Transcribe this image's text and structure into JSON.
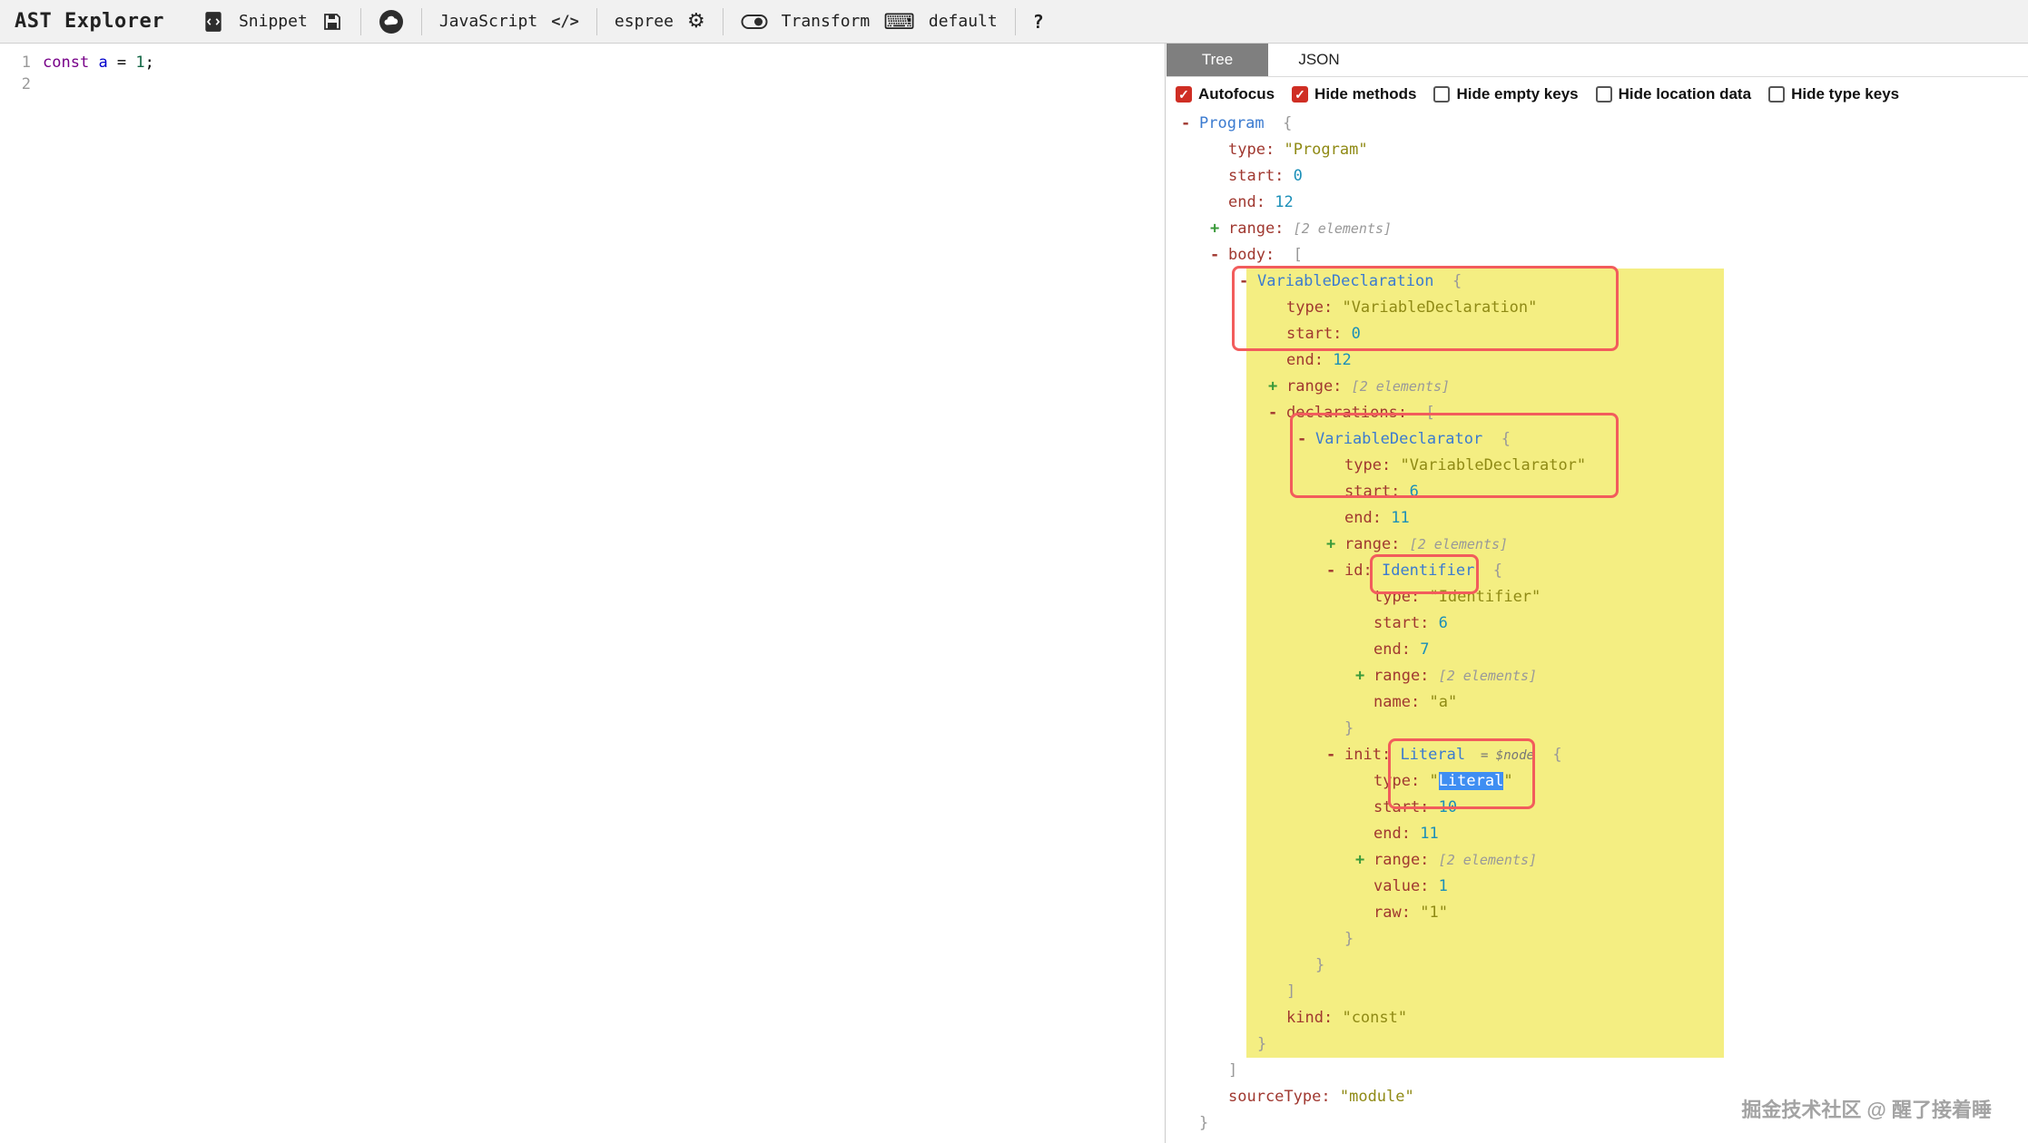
{
  "colors": {
    "toolbar_bg": "#f1f1f1",
    "active_tab_bg": "#7f7f7f",
    "checkbox_checked_red": "#cf2e24",
    "node_highlight_yellow": "#f4ee82",
    "annotation_red": "#f25c5c",
    "node_name_blue": "#3b7bd0",
    "key_maroon": "#a03830",
    "string_olive": "#8f8a15",
    "number_teal": "#1b8fb8",
    "selection_blue": "#3f8ef2"
  },
  "toolbar": {
    "logo": "AST Explorer",
    "snippet_label": "Snippet",
    "language_label": "JavaScript",
    "parser_label": "espree",
    "transform_label": "Transform",
    "default_label": "default",
    "icons": {
      "code_glyph": "</>",
      "gear_glyph": "⚙",
      "keyboard_glyph": "⌨",
      "help_glyph": "?"
    }
  },
  "editor": {
    "lines": [
      {
        "number": "1",
        "tokens": [
          {
            "t": "keyword",
            "text": "const"
          },
          {
            "t": "plain",
            "text": " "
          },
          {
            "t": "def",
            "text": "a"
          },
          {
            "t": "plain",
            "text": " = "
          },
          {
            "t": "number",
            "text": "1"
          },
          {
            "t": "plain",
            "text": ";"
          }
        ]
      },
      {
        "number": "2",
        "tokens": []
      }
    ]
  },
  "panel": {
    "tabs": [
      {
        "label": "Tree",
        "active": true
      },
      {
        "label": "JSON",
        "active": false
      }
    ],
    "options": [
      {
        "label": "Autofocus",
        "checked": true
      },
      {
        "label": "Hide methods",
        "checked": true
      },
      {
        "label": "Hide empty keys",
        "checked": false
      },
      {
        "label": "Hide location data",
        "checked": false
      },
      {
        "label": "Hide type keys",
        "checked": false
      }
    ]
  },
  "tree": {
    "lines": [
      {
        "indent": 0,
        "marker": "-",
        "node": "Program",
        "open": "{"
      },
      {
        "indent": 1,
        "key": "type",
        "vtype": "string",
        "value": "Program"
      },
      {
        "indent": 1,
        "key": "start",
        "vtype": "number",
        "value": "0"
      },
      {
        "indent": 1,
        "key": "end",
        "vtype": "number",
        "value": "12"
      },
      {
        "indent": 1,
        "marker": "+",
        "key": "range",
        "vtype": "collapsed",
        "value": "[2 elements]"
      },
      {
        "indent": 1,
        "marker": "-",
        "key": "body",
        "open": "["
      },
      {
        "indent": 2,
        "marker": "-",
        "node": "VariableDeclaration",
        "open": "{"
      },
      {
        "indent": 3,
        "key": "type",
        "vtype": "string",
        "value": "VariableDeclaration"
      },
      {
        "indent": 3,
        "key": "start",
        "vtype": "number",
        "value": "0"
      },
      {
        "indent": 3,
        "key": "end",
        "vtype": "number",
        "value": "12"
      },
      {
        "indent": 3,
        "marker": "+",
        "key": "range",
        "vtype": "collapsed",
        "value": "[2 elements]"
      },
      {
        "indent": 3,
        "marker": "-",
        "key": "declarations",
        "open": "["
      },
      {
        "indent": 4,
        "marker": "-",
        "node": "VariableDeclarator",
        "open": "{"
      },
      {
        "indent": 5,
        "key": "type",
        "vtype": "string",
        "value": "VariableDeclarator"
      },
      {
        "indent": 5,
        "key": "start",
        "vtype": "number",
        "value": "6"
      },
      {
        "indent": 5,
        "key": "end",
        "vtype": "number",
        "value": "11"
      },
      {
        "indent": 5,
        "marker": "+",
        "key": "range",
        "vtype": "collapsed",
        "value": "[2 elements]"
      },
      {
        "indent": 5,
        "marker": "-",
        "key": "id",
        "node": "Identifier",
        "open": "{"
      },
      {
        "indent": 6,
        "key": "type",
        "vtype": "string",
        "value": "Identifier"
      },
      {
        "indent": 6,
        "key": "start",
        "vtype": "number",
        "value": "6"
      },
      {
        "indent": 6,
        "key": "end",
        "vtype": "number",
        "value": "7"
      },
      {
        "indent": 6,
        "marker": "+",
        "key": "range",
        "vtype": "collapsed",
        "value": "[2 elements]"
      },
      {
        "indent": 6,
        "key": "name",
        "vtype": "string",
        "value": "a"
      },
      {
        "indent": 5,
        "close": "}"
      },
      {
        "indent": 5,
        "marker": "-",
        "key": "init",
        "node": "Literal",
        "nodetag": "= $node",
        "open": "{"
      },
      {
        "indent": 6,
        "key": "type",
        "vtype": "string",
        "value": "Literal",
        "selected": true
      },
      {
        "indent": 6,
        "key": "start",
        "vtype": "number",
        "value": "10"
      },
      {
        "indent": 6,
        "key": "end",
        "vtype": "number",
        "value": "11"
      },
      {
        "indent": 6,
        "marker": "+",
        "key": "range",
        "vtype": "collapsed",
        "value": "[2 elements]"
      },
      {
        "indent": 6,
        "key": "value",
        "vtype": "number",
        "value": "1"
      },
      {
        "indent": 6,
        "key": "raw",
        "vtype": "string",
        "value": "1"
      },
      {
        "indent": 5,
        "close": "}"
      },
      {
        "indent": 4,
        "close": "}"
      },
      {
        "indent": 3,
        "close": "]"
      },
      {
        "indent": 3,
        "key": "kind",
        "vtype": "string",
        "value": "const"
      },
      {
        "indent": 2,
        "close": "}"
      },
      {
        "indent": 1,
        "close": "]"
      },
      {
        "indent": 1,
        "key": "sourceType",
        "vtype": "string",
        "value": "module"
      },
      {
        "indent": 0,
        "close": "}"
      }
    ]
  },
  "watermark": "掘金技术社区 @ 醒了接着睡"
}
